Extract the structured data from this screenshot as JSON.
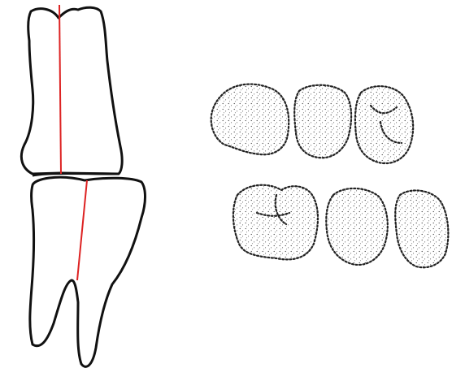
{
  "figure": {
    "outline_color": "#111111",
    "axis_line_color": "#dd2222",
    "stipple_color": "#222222",
    "left_panel": {
      "upper_tooth": "upper-tooth-outline",
      "lower_tooth": "lower-tooth-outline",
      "axes": [
        "upper-tooth-long-axis",
        "lower-tooth-long-axis"
      ]
    },
    "right_panel": {
      "upper_row": [
        "upper-molar-1",
        "upper-molar-2",
        "upper-molar-3"
      ],
      "lower_row": [
        "lower-molar-1",
        "lower-molar-2",
        "lower-molar-3"
      ]
    }
  }
}
